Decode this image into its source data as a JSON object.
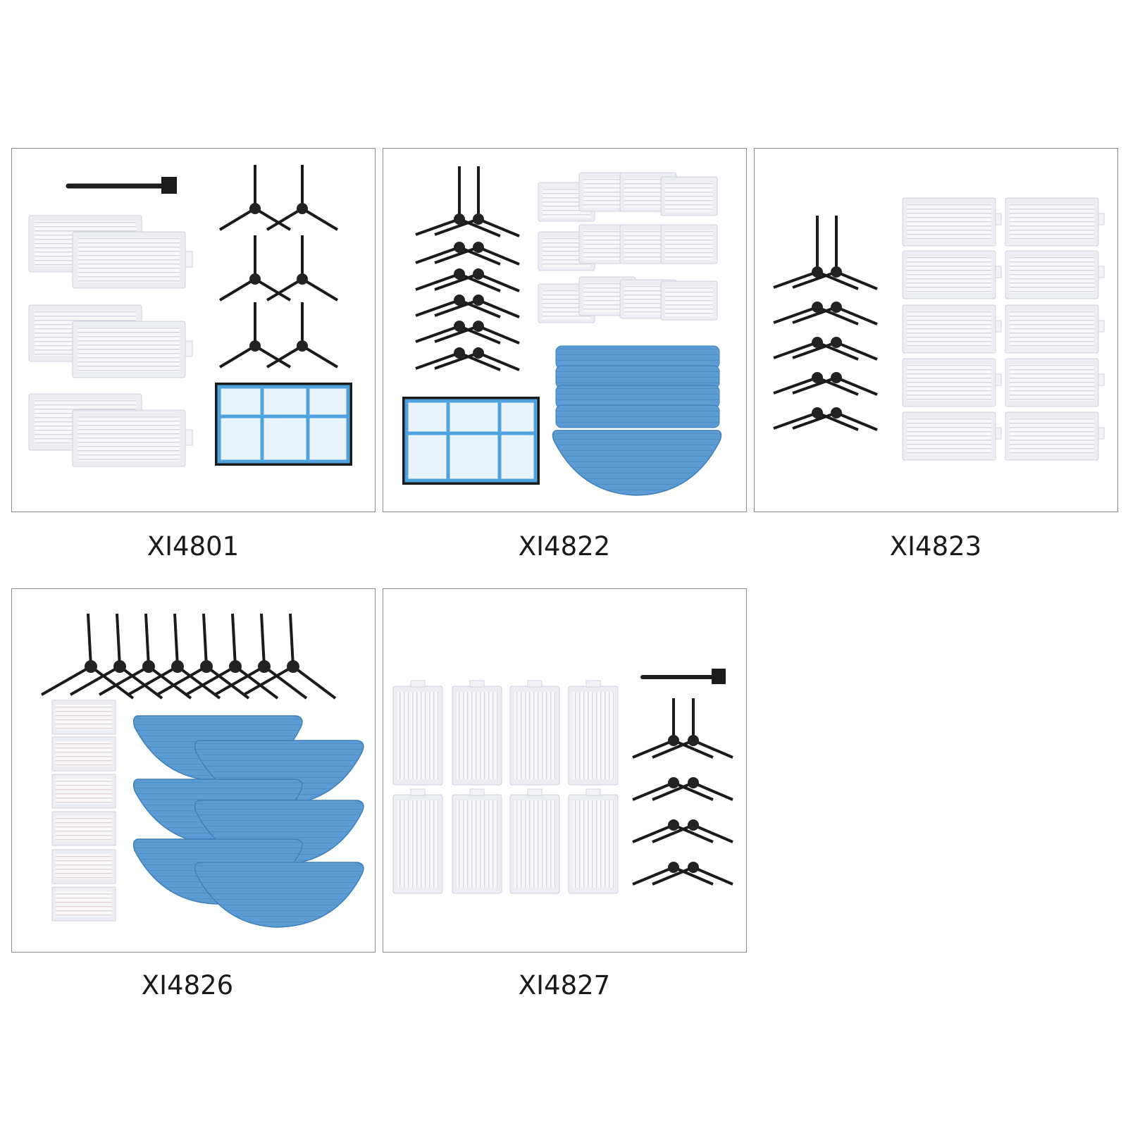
{
  "kits": [
    {
      "code": "XI4801"
    },
    {
      "code": "XI4822"
    },
    {
      "code": "XI4823"
    },
    {
      "code": "XI4826"
    },
    {
      "code": "XI4827"
    }
  ],
  "colors": {
    "brush_black": "#1b1b1b",
    "filter_frame": "#ececf3",
    "filter_pleat": "#dcdce6",
    "mop_blue": "#5a9bd3",
    "mop_blue_dark": "#4a86bd",
    "frame_blue": "#4ea3df",
    "border": "#8a8a8a"
  }
}
